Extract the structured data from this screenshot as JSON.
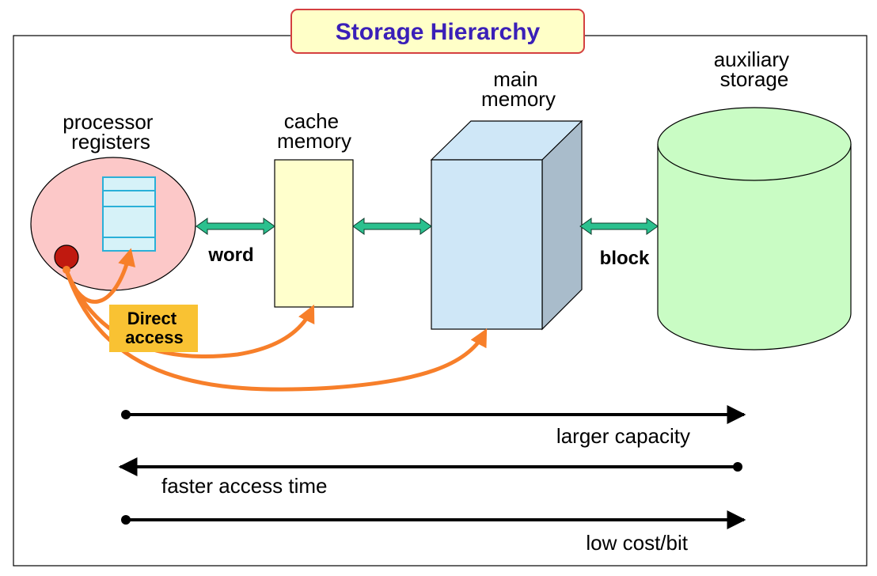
{
  "title": "Storage Hierarchy",
  "components": {
    "processor_registers": [
      "processor",
      "registers"
    ],
    "cache_memory": [
      "cache",
      "memory"
    ],
    "main_memory": [
      "main",
      "memory"
    ],
    "auxiliary_storage": [
      "auxiliary",
      "storage"
    ]
  },
  "transfer_units": {
    "register_cache": "word",
    "memory_storage": "block"
  },
  "direct_access": [
    "Direct",
    "access"
  ],
  "trends": {
    "capacity": "larger capacity",
    "access_time": "faster access time",
    "cost": "low cost/bit"
  },
  "colors": {
    "title_text": "#3a1fb8",
    "title_box_fill": "#ffffc8",
    "title_box_border": "#d44040",
    "processor_fill": "#fcc8c8",
    "register_fill": "#d6f2f8",
    "register_border": "#2ab0d8",
    "cpu_dot": "#c0190f",
    "cache_fill": "#ffffcc",
    "main_memory_front": "#cfe7f7",
    "main_memory_side": "#a9bccb",
    "auxiliary_fill": "#c9fcc4",
    "bus_arrow": "#2bc08e",
    "direct_access_arrow": "#f77f2a",
    "direct_access_box": "#f9c233"
  }
}
